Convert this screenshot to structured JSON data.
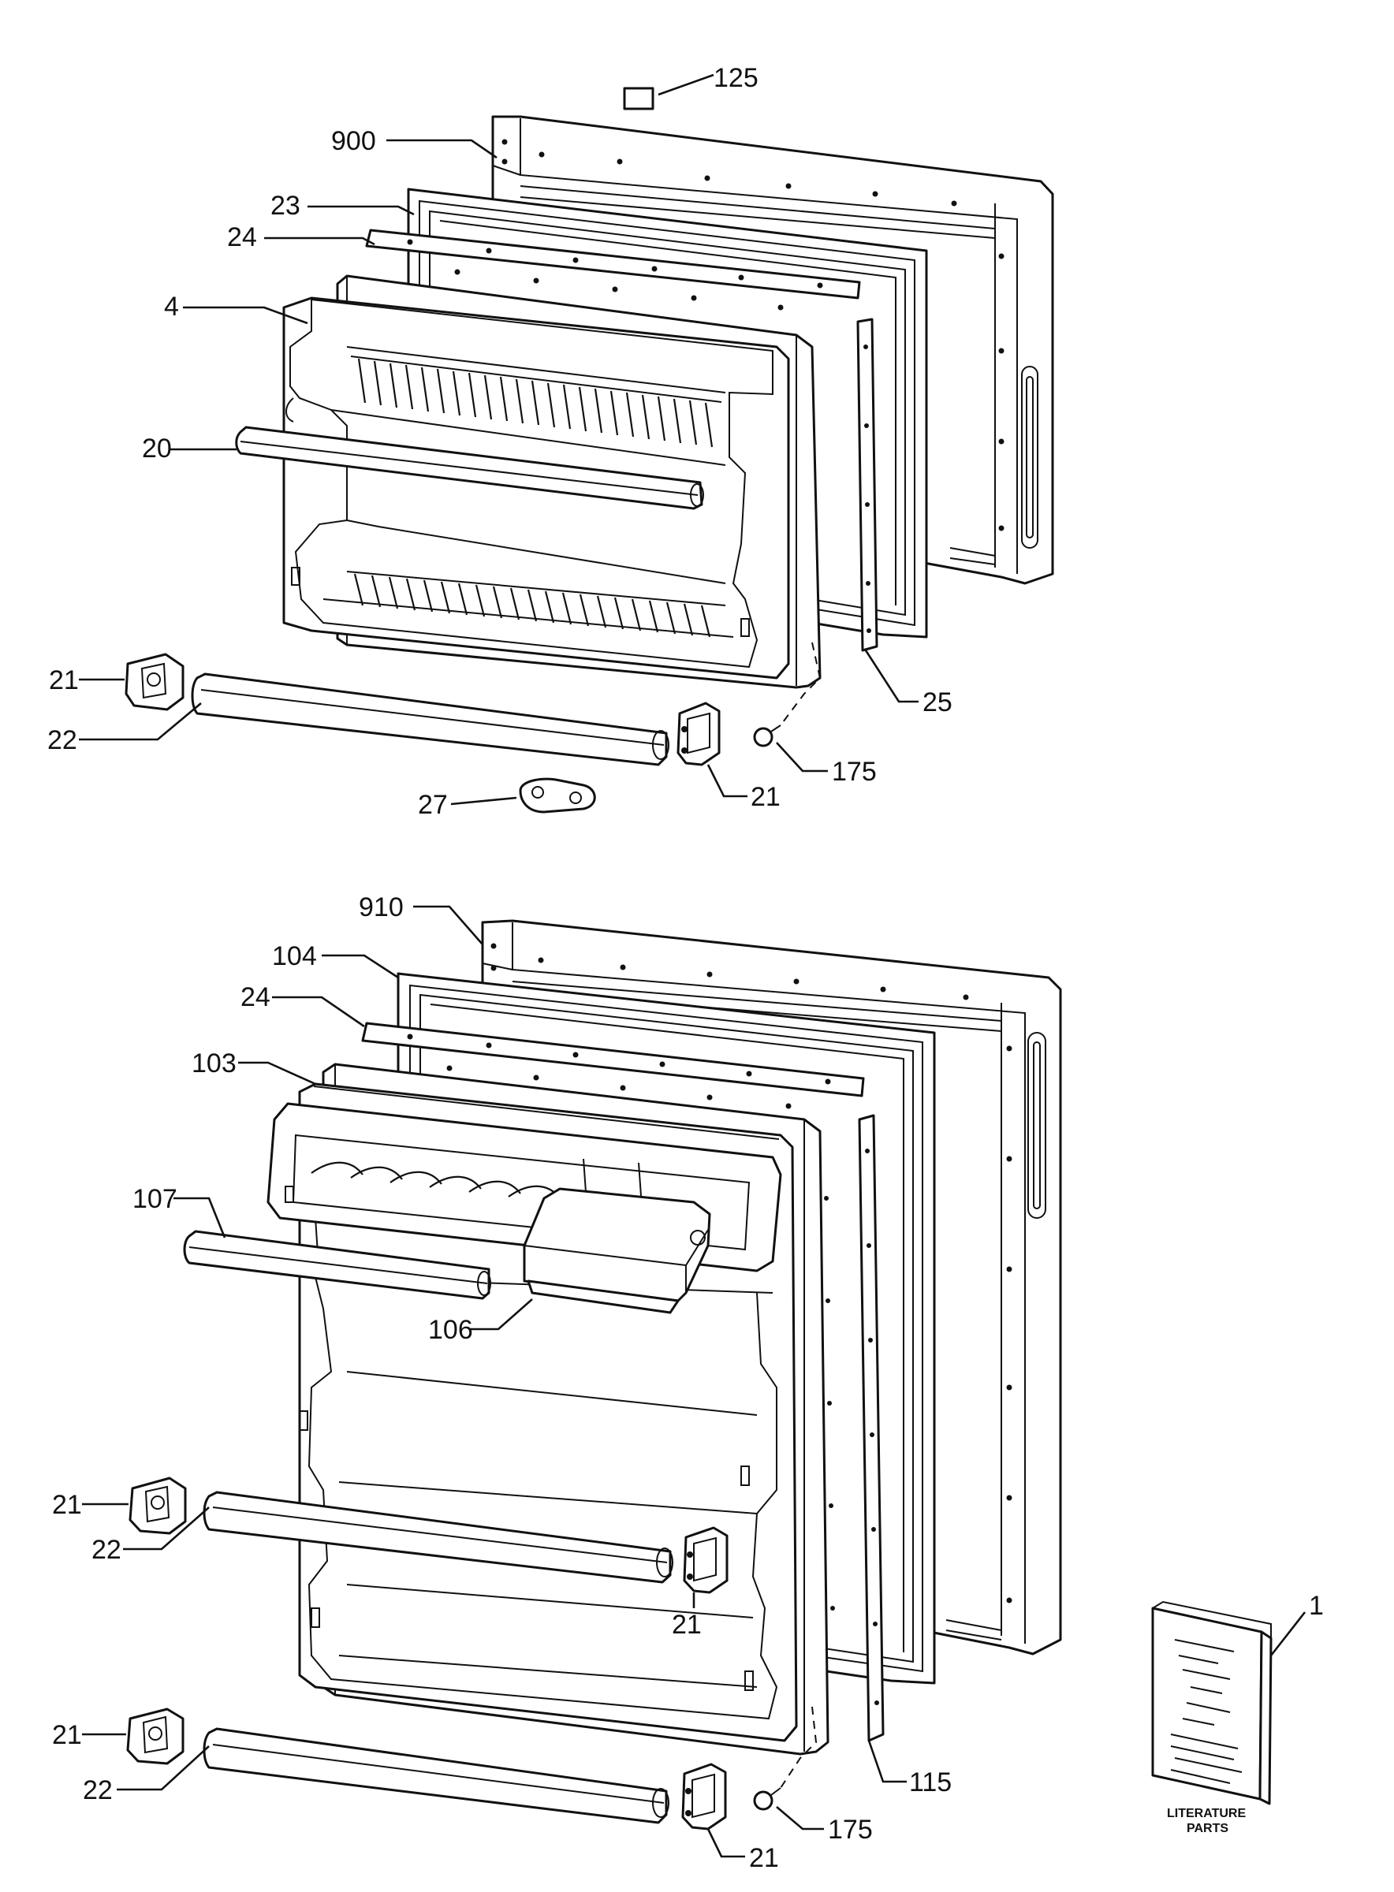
{
  "callouts": {
    "c125": "125",
    "c900": "900",
    "c23": "23",
    "c24a": "24",
    "c4": "4",
    "c20": "20",
    "c21a": "21",
    "c22a": "22",
    "c25": "25",
    "c175a": "175",
    "c21b": "21",
    "c27": "27",
    "c910": "910",
    "c104": "104",
    "c24b": "24",
    "c103": "103",
    "c107": "107",
    "c106": "106",
    "c21c": "21",
    "c22b": "22",
    "c21d": "21",
    "c21e": "21",
    "c22c": "22",
    "c115": "115",
    "c175b": "175",
    "c21f": "21",
    "c1": "1"
  },
  "literature": {
    "line1": "LITERATURE",
    "line2": "PARTS"
  }
}
